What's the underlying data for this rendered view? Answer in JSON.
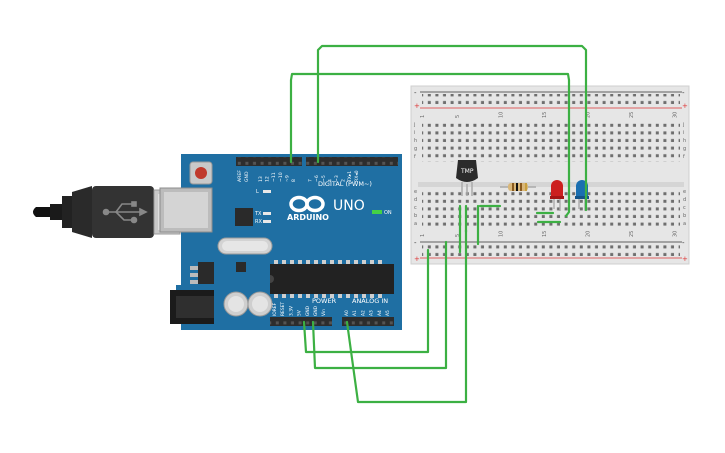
{
  "arduino": {
    "brand_label": "ARDUINO",
    "model_label": "UNO",
    "digital_header_label": "DIGITAL (PWM~)",
    "power_header_label": "POWER",
    "analog_header_label": "ANALOG IN",
    "on_led_label": "ON",
    "l_led_label": "L",
    "tx_label": "TX",
    "rx_label": "RX",
    "aref_label": "AREF",
    "gnd_label": "GND",
    "digital_pin_labels": [
      "13",
      "12",
      "~11",
      "~10",
      "~9",
      "8",
      "7",
      "~6",
      "~5",
      "4",
      "~3",
      "2",
      "TX▸1",
      "RX◂0"
    ],
    "power_pin_labels": [
      "IOREF",
      "RESET",
      "3.3V",
      "5V",
      "GND",
      "GND",
      "Vin"
    ],
    "analog_pin_labels": [
      "A0",
      "A1",
      "A2",
      "A3",
      "A4",
      "A5"
    ],
    "board_color": "#1f6fa3",
    "header_color": "#2d2d2d"
  },
  "breadboard": {
    "row_letters_top": [
      "j",
      "i",
      "h",
      "g",
      "f"
    ],
    "row_letters_bottom": [
      "e",
      "d",
      "c",
      "b",
      "a"
    ],
    "column_numbers": [
      "1",
      "5",
      "10",
      "15",
      "20",
      "25",
      "30"
    ],
    "plus_label": "+",
    "minus_label": "-"
  },
  "components": {
    "temp_sensor_label": "TMP",
    "resistor_name": "resistor",
    "red_led_color": "#cc1f1f",
    "blue_led_color": "#1a6fb0"
  },
  "wire_color": "#3cb043"
}
